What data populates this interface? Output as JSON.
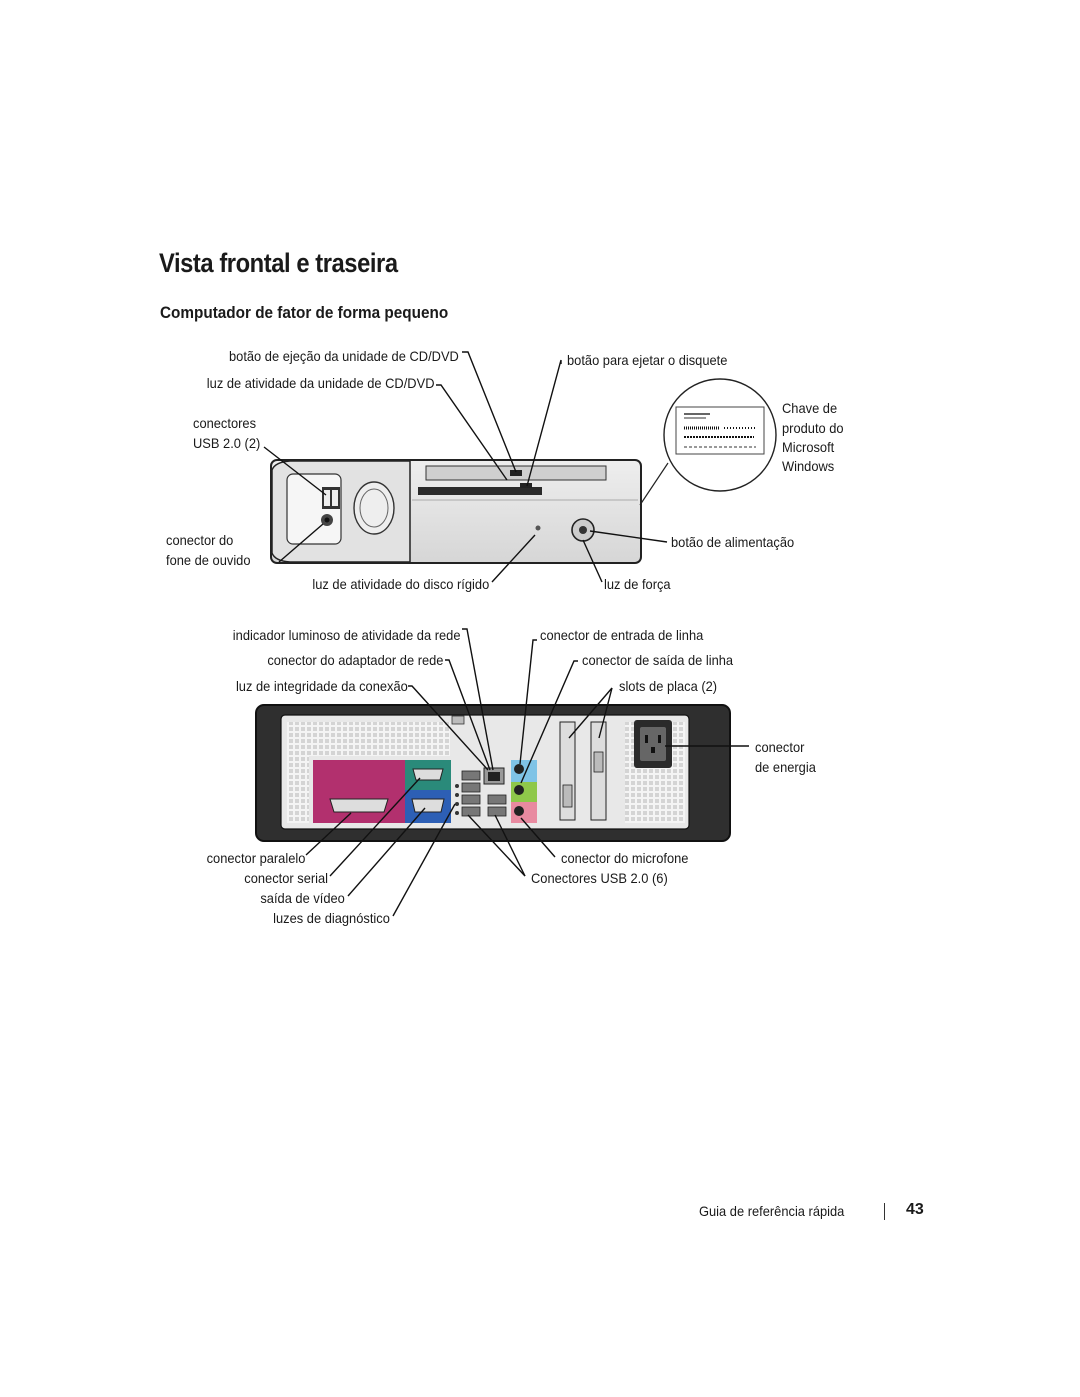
{
  "heading": "Vista frontal e traseira",
  "subheading": "Computador de fator de forma pequeno",
  "front_labels": {
    "eject_cd": "botão de ejeção da unidade de CD/DVD",
    "cd_activity": "luz de atividade da unidade de CD/DVD",
    "usb_line1": "conectores",
    "usb_line2": "USB 2.0 (2)",
    "headphone_line1": "conector do",
    "headphone_line2": "fone de ouvido",
    "eject_floppy": "botão para ejetar o disquete",
    "key_line1": "Chave de",
    "key_line2": "produto do",
    "key_line3": "Microsoft",
    "key_line4": "Windows",
    "power_button": "botão de alimentação",
    "hdd_activity": "luz de atividade do disco rígido",
    "power_light": "luz de força"
  },
  "back_labels": {
    "net_activity": "indicador luminoso de atividade da rede",
    "net_adapter": "conector do adaptador de rede",
    "link_integrity": "luz de integridade da conexão",
    "line_in": "conector de entrada de linha",
    "line_out": "conector de saída de linha",
    "card_slots": "slots de placa (2)",
    "power_conn_line1": "conector",
    "power_conn_line2": "de energia",
    "parallel": "conector paralelo",
    "serial": "conector serial",
    "video": "saída de vídeo",
    "diag_lights": "luzes de diagnóstico",
    "microphone": "conector do microfone",
    "usb_back": "Conectores USB 2.0 (6)"
  },
  "footer": {
    "guide": "Guia de referência rápida",
    "page": "43"
  },
  "colors": {
    "parallel_panel": "#b2306e",
    "serial_port": "#2a8a7a",
    "video_port": "#2d5fb5",
    "line_in": "#7fc3e6",
    "line_out": "#8fc84a",
    "mic": "#e88aa0"
  }
}
